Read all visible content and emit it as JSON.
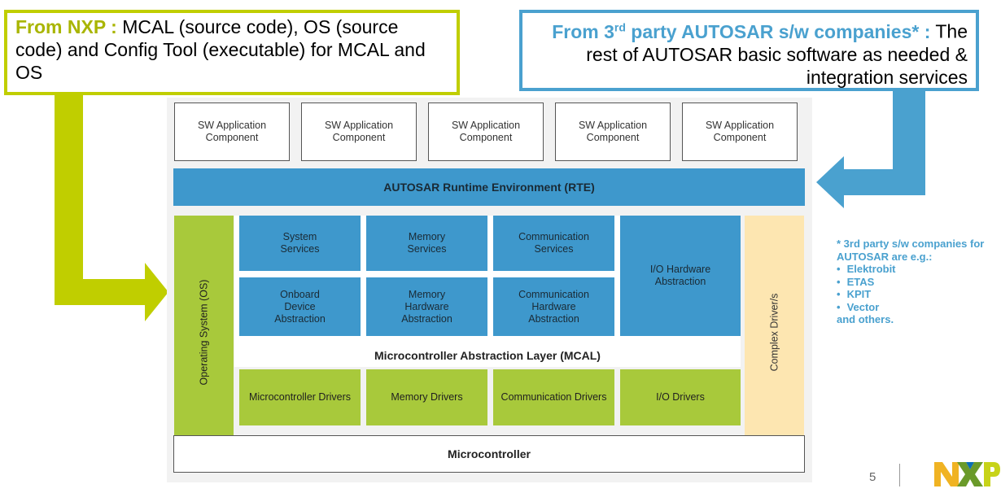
{
  "callouts": {
    "nxp": {
      "lead": "From NXP :",
      "text": " MCAL (source code), OS (source code) and Config Tool (executable) for MCAL and OS"
    },
    "third_party": {
      "lead_pre": "From 3",
      "lead_sup": "rd",
      "lead_post": " party AUTOSAR s/w companies* :",
      "text": " The rest of AUTOSAR basic software as needed & integration services"
    }
  },
  "swc": [
    {
      "line1": "SW Application",
      "line2": "Component"
    },
    {
      "line1": "SW Application",
      "line2": "Component"
    },
    {
      "line1": "SW Application",
      "line2": "Component"
    },
    {
      "line1": "SW Application",
      "line2": "Component"
    },
    {
      "line1": "SW Application",
      "line2": "Component"
    }
  ],
  "rte": "AUTOSAR Runtime Environment (RTE)",
  "os": "Operating System (OS)",
  "cdd": "Complex Driver/s",
  "services": {
    "system": [
      "System",
      "Services"
    ],
    "memory": [
      "Memory",
      "Services"
    ],
    "communication": [
      "Communication",
      "Services"
    ]
  },
  "hw_abstraction": {
    "onboard": [
      "Onboard",
      "Device",
      "Abstraction"
    ],
    "memory": [
      "Memory",
      "Hardware",
      "Abstraction"
    ],
    "communication": [
      "Communication",
      "Hardware",
      "Abstraction"
    ],
    "io": [
      "I/O Hardware",
      "Abstraction"
    ]
  },
  "mcal_label": "Microcontroller Abstraction Layer (MCAL)",
  "drivers": {
    "micro": "Microcontroller Drivers",
    "memory": "Memory Drivers",
    "communication": "Communication Drivers",
    "io": "I/O Drivers"
  },
  "microcontroller": "Microcontroller",
  "note": {
    "heading": "* 3rd party s/w companies for AUTOSAR are e.g.:",
    "items": [
      "Elektrobit",
      "ETAS",
      "KPIT",
      "Vector"
    ],
    "footer": "and others."
  },
  "page_number": "5",
  "colors": {
    "nxp_green": "#c0ce00",
    "third_party_blue": "#4aa1cf",
    "bsw_blue": "#3e98cc",
    "driver_green": "#a8c93b",
    "cdd_yellow": "#fde6b1"
  },
  "logo_text": "NXP"
}
